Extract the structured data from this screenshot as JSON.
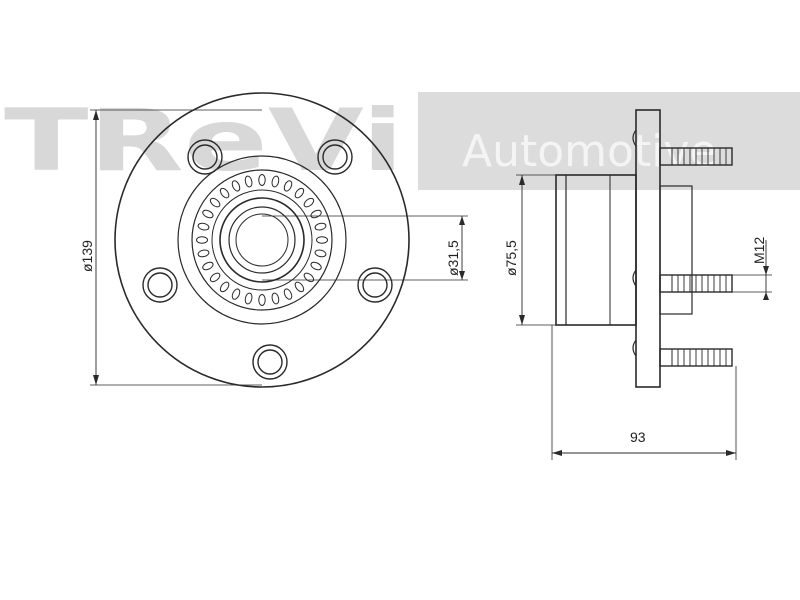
{
  "watermark": {
    "brand": "TReVi",
    "suffix": "Automotive"
  },
  "dimensions": {
    "flange_diameter": "ø139",
    "bore_diameter": "ø31,5",
    "pilot_diameter": "ø75,5",
    "stud_thread": "M12",
    "overall_length": "93"
  }
}
